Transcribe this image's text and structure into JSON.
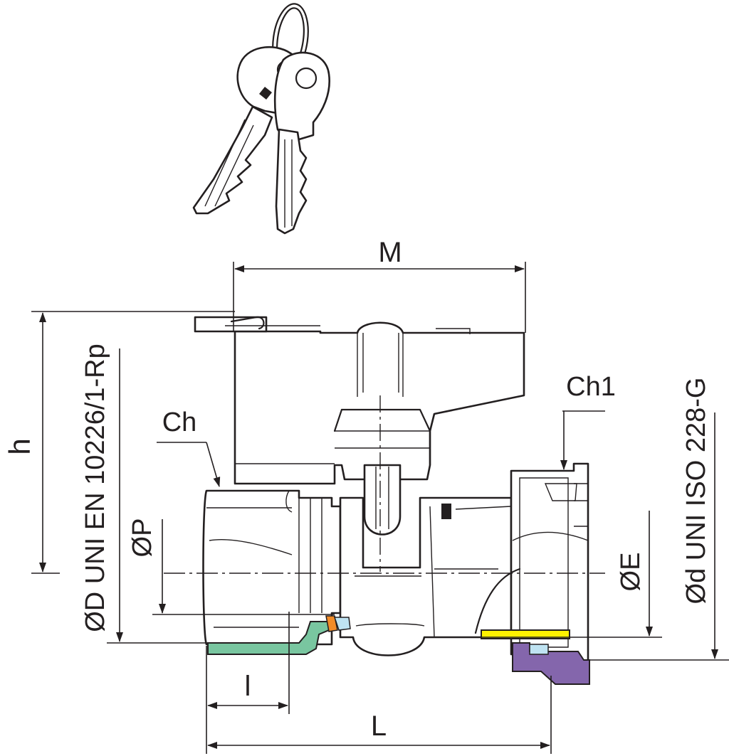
{
  "labels": {
    "M": "M",
    "h": "h",
    "ch": "Ch",
    "ch1": "Ch1",
    "thread_female": "ØD UNI EN 10226/1-Rp",
    "thread_male": "Ød UNI ISO 228-G",
    "bore": "ØP",
    "outlet": "ØE",
    "l": "l",
    "L": "L"
  },
  "colors": {
    "line": "#231f20",
    "seal_green": "#79c6a0",
    "seal_orange": "#f28c28",
    "seal_blue": "#bfe3f2",
    "seal_yellow": "#fff200",
    "nut_purple": "#8466ac"
  },
  "icons": {
    "keys": "key-ring-icon",
    "valve": "locking-ball-valve-drawing"
  }
}
